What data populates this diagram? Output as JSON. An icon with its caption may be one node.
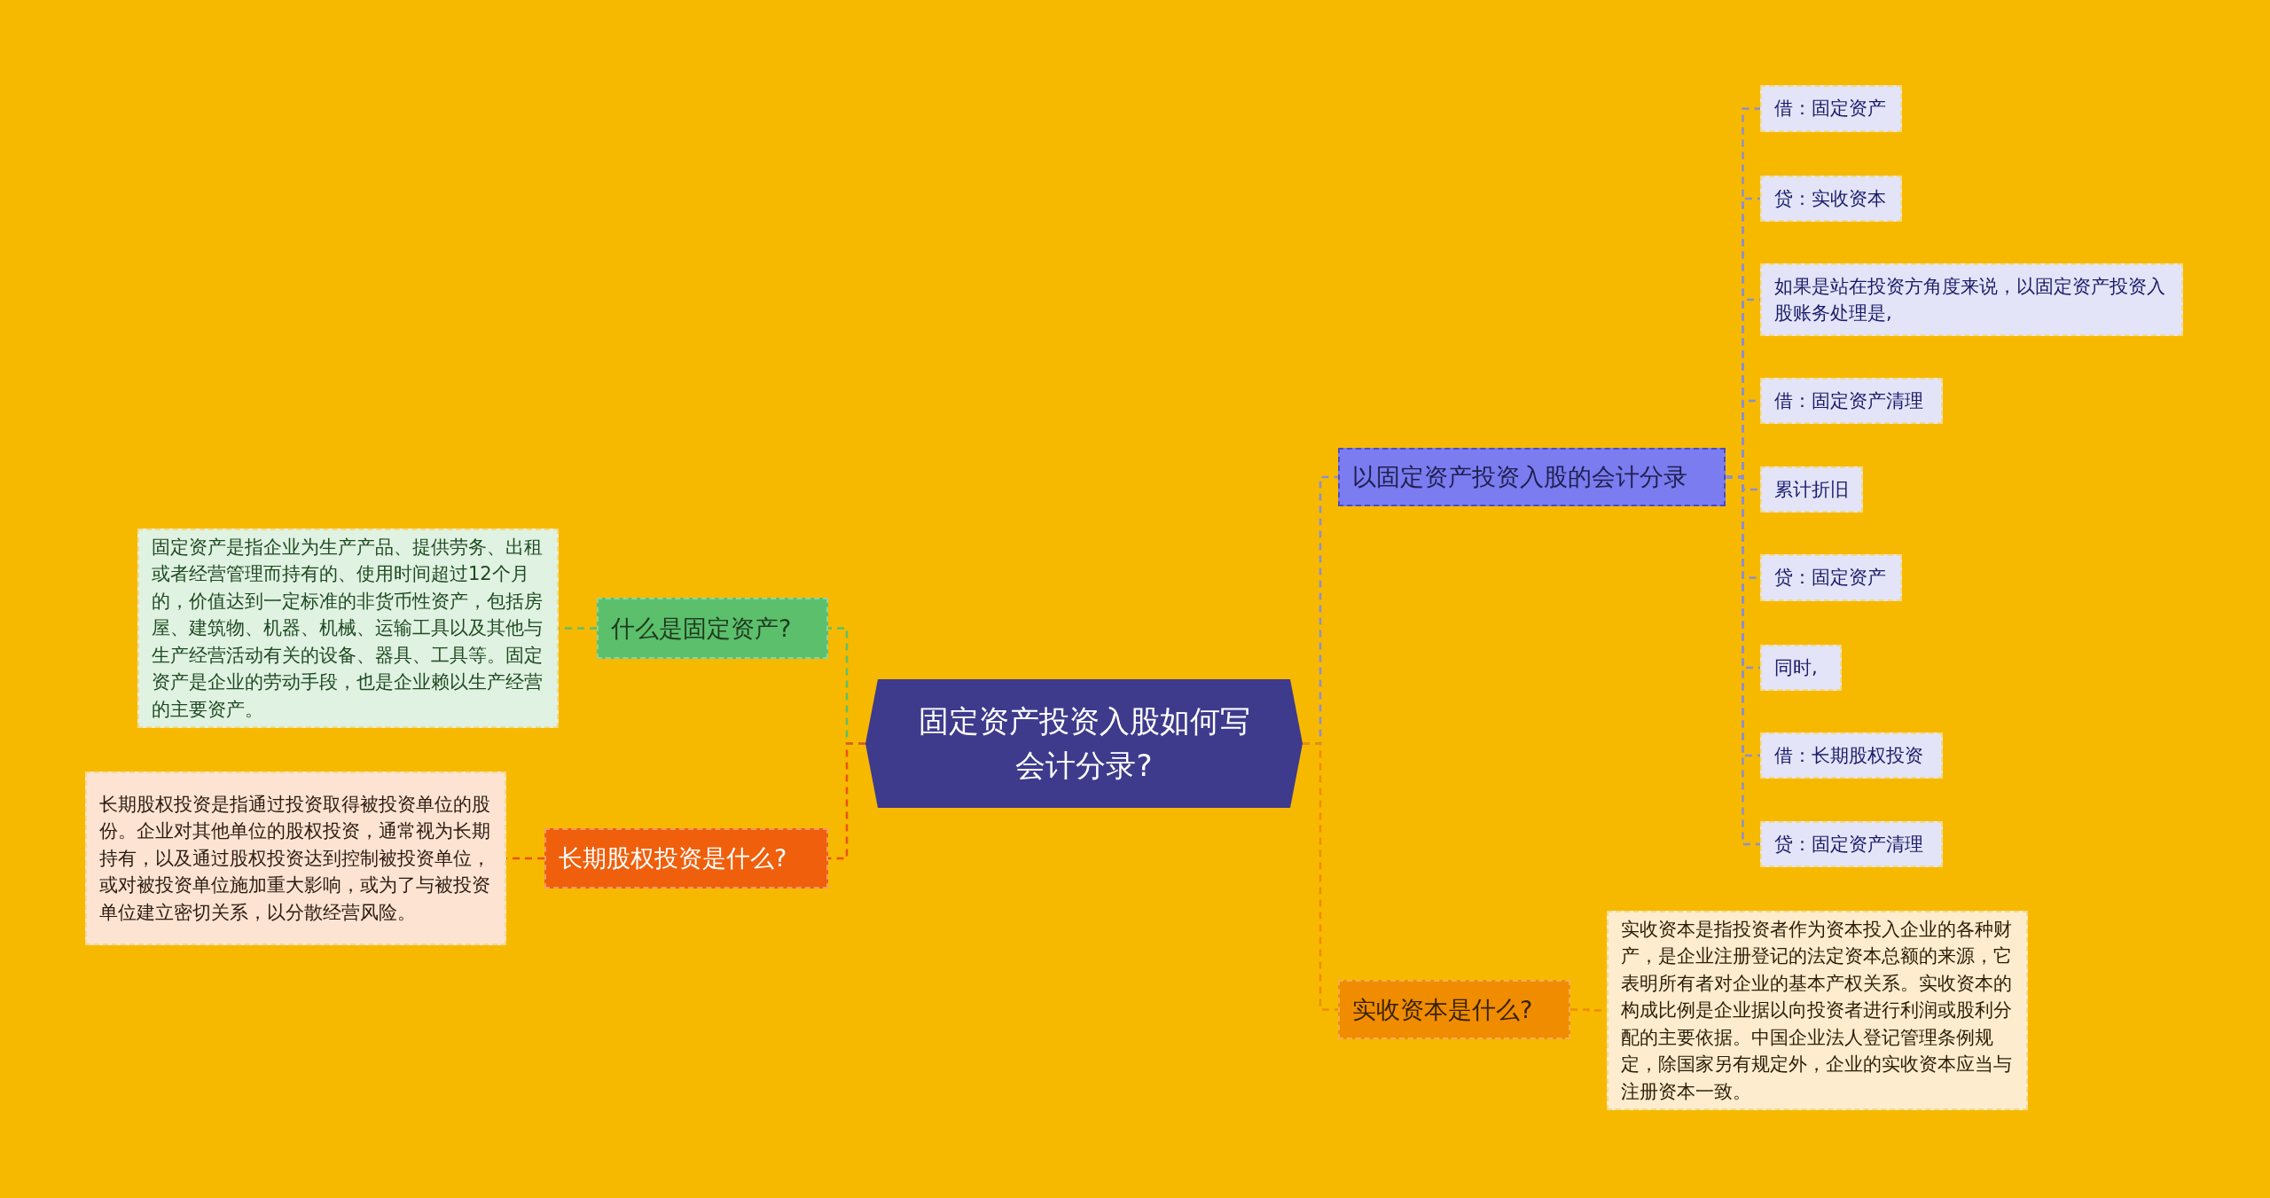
{
  "diagram": {
    "nodes": [
      {
        "text": [
          "固定资产投资入股如何写会计分录?"
        ]
      },
      {
        "text": [
          "什么是固定资产?"
        ]
      },
      {
        "text": [
          "固定资产是指企业为生产产品、提供劳务、出租或者经营管理而持有的、使用时间超过12个月的，价值达到一定标准的非货币性资产，包括房屋、建筑物、机器、机械、运输工具以及其他与生产经营活动有关的设备、器具、工具等。固定资产是企业的劳动手段，也是企业赖以生产经营的主要资产。"
        ]
      },
      {
        "text": [
          "长期股权投资是什么?"
        ]
      },
      {
        "text": [
          "长期股权投资是指通过投资取得被投资单位的股份。企业对其他单位的股权投资，通常视为长期持有，以及通过股权投资达到控制被投资单位，或对被投资单位施加重大影响，或为了与被投资单位建立密切关系，以分散经营风险。"
        ]
      },
      {
        "text": [
          "以固定资产投资入股的会计分录"
        ]
      },
      {
        "text": [
          "借：固定资产"
        ]
      },
      {
        "text": [
          "贷：实收资本"
        ]
      },
      {
        "text": [
          "如果是站在投资方角度来说，以固定资产投资入股账务处理是,"
        ]
      },
      {
        "text": [
          "借：固定资产清理"
        ]
      },
      {
        "text": [
          "累计折旧"
        ]
      },
      {
        "text": [
          "贷：固定资产"
        ]
      },
      {
        "text": [
          "同时,"
        ]
      },
      {
        "text": [
          "借：长期股权投资"
        ]
      },
      {
        "text": [
          "贷：固定资产清理"
        ]
      },
      {
        "text": [
          "实收资本是什么?"
        ]
      },
      {
        "text": [
          "实收资本是指投资者作为资本投入企业的各种财产，是企业注册登记的法定资本总额的来源，它表明所有者对企业的基本产权关系。实收资本的构成比例是企业据以向投资者进行利润或股利分配的主要依据。中国企业法人登记管理条例规定，除国家另有规定外，企业的实收资本应当与注册资本一致。"
        ]
      }
    ],
    "edges": [
      {
        "from": 0,
        "to": 1,
        "arrow": "none",
        "color": "#5cbf6c"
      },
      {
        "from": 1,
        "to": 2,
        "arrow": "none",
        "color": "#5cbf6c"
      },
      {
        "from": 0,
        "to": 3,
        "arrow": "none",
        "color": "#e8531a"
      },
      {
        "from": 3,
        "to": 4,
        "arrow": "none",
        "color": "#e8531a"
      },
      {
        "from": 0,
        "to": 5,
        "arrow": "none"
      },
      {
        "from": 5,
        "to": 6,
        "arrow": "none"
      },
      {
        "from": 5,
        "to": 7,
        "arrow": "none"
      },
      {
        "from": 5,
        "to": 8,
        "arrow": "none"
      },
      {
        "from": 5,
        "to": 9,
        "arrow": "none"
      },
      {
        "from": 5,
        "to": 10,
        "arrow": "none"
      },
      {
        "from": 5,
        "to": 11,
        "arrow": "none"
      },
      {
        "from": 5,
        "to": 12,
        "arrow": "none"
      },
      {
        "from": 5,
        "to": 13,
        "arrow": "none"
      },
      {
        "from": 5,
        "to": 14,
        "arrow": "none"
      },
      {
        "from": 0,
        "to": 15,
        "arrow": "none",
        "color": "#f08c00"
      },
      {
        "from": 15,
        "to": 16,
        "arrow": "none",
        "color": "#f08c00"
      }
    ]
  }
}
